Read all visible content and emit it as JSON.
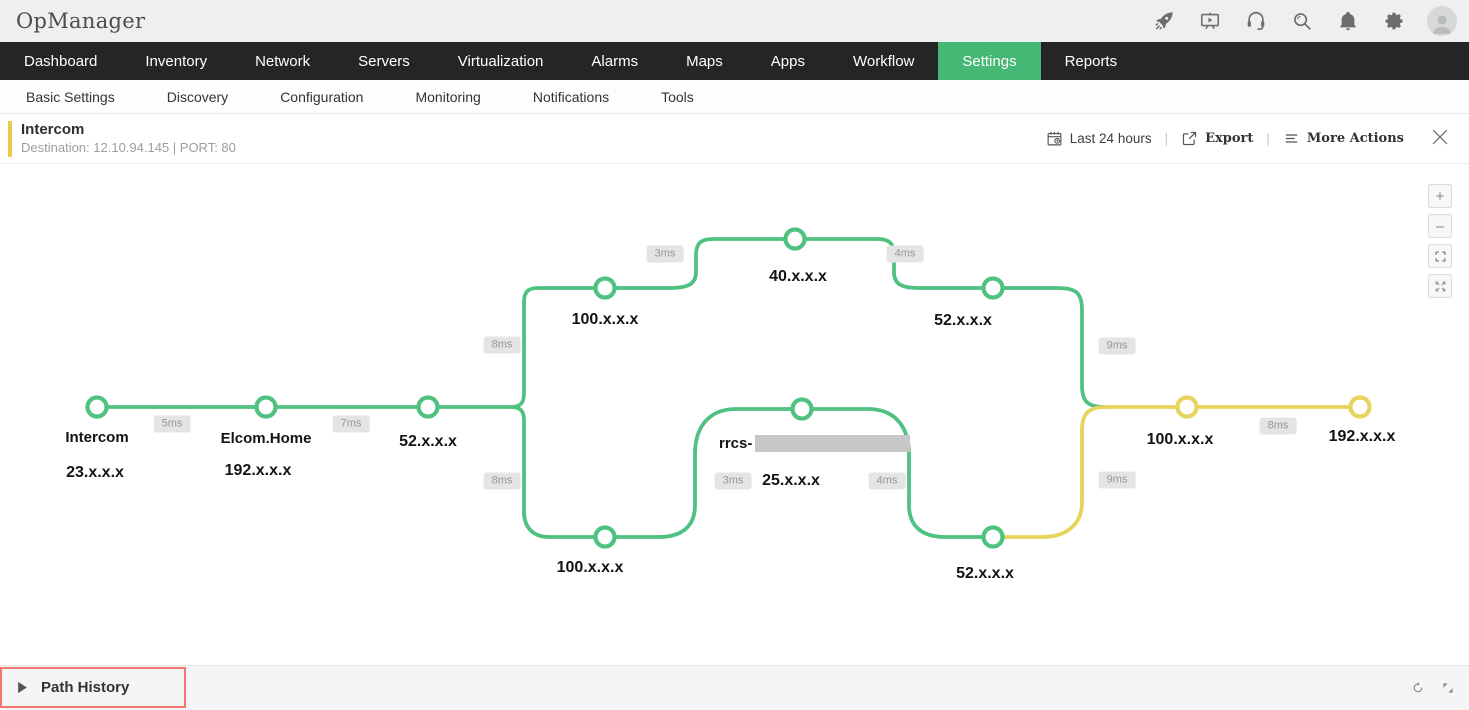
{
  "app": {
    "title": "OpManager"
  },
  "topbar": {
    "icons": [
      "rocket-icon",
      "training-video-icon",
      "support-headset-icon",
      "search-icon",
      "notifications-bell-icon",
      "settings-gear-icon",
      "user-avatar"
    ]
  },
  "nav": {
    "items": [
      "Dashboard",
      "Inventory",
      "Network",
      "Servers",
      "Virtualization",
      "Alarms",
      "Maps",
      "Apps",
      "Workflow",
      "Settings",
      "Reports"
    ],
    "active": "Settings"
  },
  "subnav": {
    "items": [
      "Basic Settings",
      "Discovery",
      "Configuration",
      "Monitoring",
      "Notifications",
      "Tools"
    ]
  },
  "header": {
    "title": "Intercom",
    "subtitle": "Destination: 12.10.94.145 | PORT: 80",
    "time_range": "Last 24 hours",
    "export": "Export",
    "more_actions": "More Actions"
  },
  "zoom_controls": {
    "zoom_in": "+",
    "zoom_out": "–"
  },
  "path_map": {
    "nodes": {
      "source": {
        "name": "Intercom",
        "ip": "23.x.x.x"
      },
      "hop2": {
        "name": "Elcom.Home",
        "ip": "192.x.x.x"
      },
      "hop3": {
        "ip": "52.x.x.x"
      },
      "upper_hop4": {
        "ip": "100.x.x.x"
      },
      "upper_hop5": {
        "ip": "40.x.x.x"
      },
      "upper_hop6": {
        "ip": "52.x.x.x"
      },
      "lower_hop4": {
        "ip": "100.x.x.x"
      },
      "lower_hop5": {
        "name_prefix": "rrcs-",
        "ip": "25.x.x.x"
      },
      "lower_hop6": {
        "ip": "52.x.x.x"
      },
      "hop7": {
        "ip": "100.x.x.x"
      },
      "destination": {
        "ip": "192.x.x.x"
      }
    },
    "latencies": {
      "seg1": "5ms",
      "seg2": "7ms",
      "upper_in": "8ms",
      "upper_a": "3ms",
      "upper_b": "4ms",
      "upper_out": "9ms",
      "lower_in": "8ms",
      "lower_a": "3ms",
      "lower_b": "4ms",
      "lower_out": "9ms",
      "final": "8ms"
    },
    "colors": {
      "healthy_green": "#4fc181",
      "warning_yellow": "#e7d45c",
      "highlight_red": "#f3766d"
    }
  },
  "footer": {
    "path_history": "Path History"
  }
}
